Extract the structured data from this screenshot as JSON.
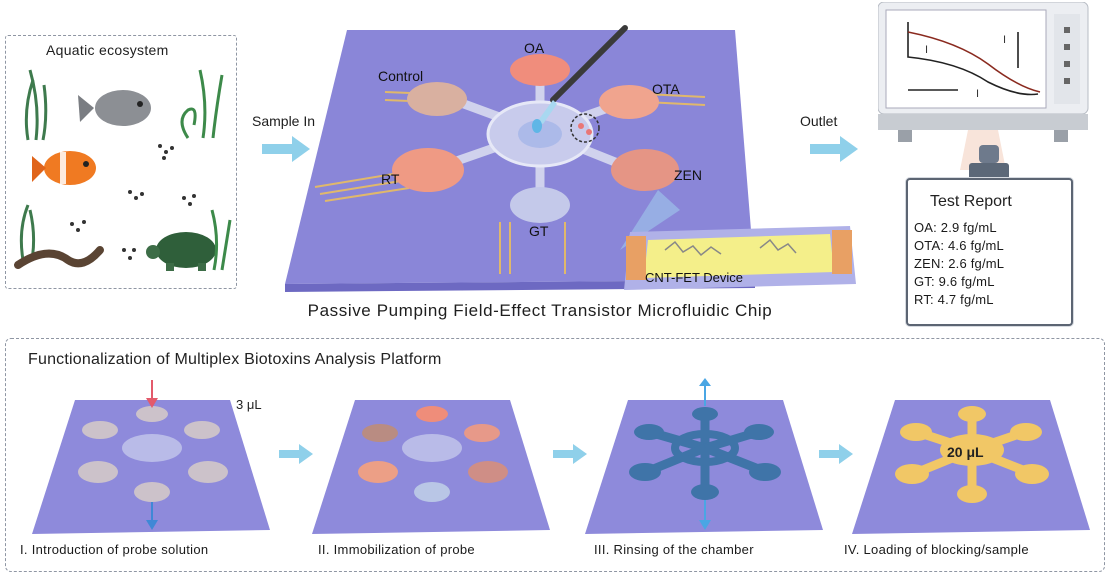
{
  "ecosystem": {
    "title": "Aquatic ecosystem"
  },
  "arrows": {
    "sample_in": "Sample In",
    "outlet": "Outlet"
  },
  "chip": {
    "caption": "Passive Pumping Field-Effect Transistor Microfluidic Chip",
    "chambers": [
      "OA",
      "Control",
      "OTA",
      "RT",
      "ZEN",
      "GT"
    ],
    "device_label": "CNT-FET Device"
  },
  "monitor": {
    "label_top": "I",
    "label_left": "I",
    "label_bottom": "I"
  },
  "report": {
    "title": "Test Report",
    "lines": [
      "OA: 2.9 fg/mL",
      "OTA: 4.6 fg/mL",
      "ZEN: 2.6 fg/mL",
      "GT: 9.6 fg/mL",
      "RT: 4.7 fg/mL"
    ]
  },
  "functionalization": {
    "title": "Functionalization of Multiplex Biotoxins Analysis Platform",
    "steps": [
      "I. Introduction of probe solution",
      "II. Immobilization of probe",
      "III. Rinsing of the chamber",
      "IV. Loading of blocking/sample"
    ],
    "volume_step1": "3 μL",
    "volume_step4": "20 μL"
  },
  "colors": {
    "chip": "#8a86d8",
    "chip_dark": "#6d69c2",
    "arrow": "#6fc3df",
    "rinse": "#3f74a8",
    "blocking": "#f1c766"
  }
}
